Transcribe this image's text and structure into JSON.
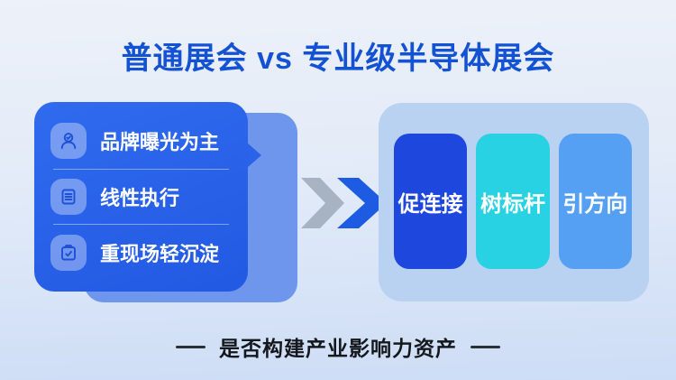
{
  "title": "普通展会 vs 专业级半导体展会",
  "left_panel": {
    "items": [
      {
        "icon": "user-check-icon",
        "label": "品牌曝光为主"
      },
      {
        "icon": "document-lines-icon",
        "label": "线性执行"
      },
      {
        "icon": "clipboard-check-icon",
        "label": "重现场轻沉淀"
      }
    ],
    "colors": {
      "panel": "#2b63e8",
      "backing": "#6e96ec",
      "icon_glyph": "#1e4fd6",
      "label_text": "#ffffff"
    }
  },
  "arrow": {
    "back_color": "#a7b2c3",
    "front_color": "#1d5ce2"
  },
  "right_panel": {
    "background": "#b9d2f2",
    "pills": [
      {
        "label": "促连接",
        "color": "#1d47dd"
      },
      {
        "label": "树标杆",
        "color": "#29d2e2"
      },
      {
        "label": "引方向",
        "color": "#55a0f2"
      }
    ]
  },
  "caption": {
    "text": "是否构建产业影响力资产"
  },
  "theme": {
    "title_color": "#1452d4",
    "background_top": "#edf1f9",
    "background_bottom": "#cdddf6"
  }
}
